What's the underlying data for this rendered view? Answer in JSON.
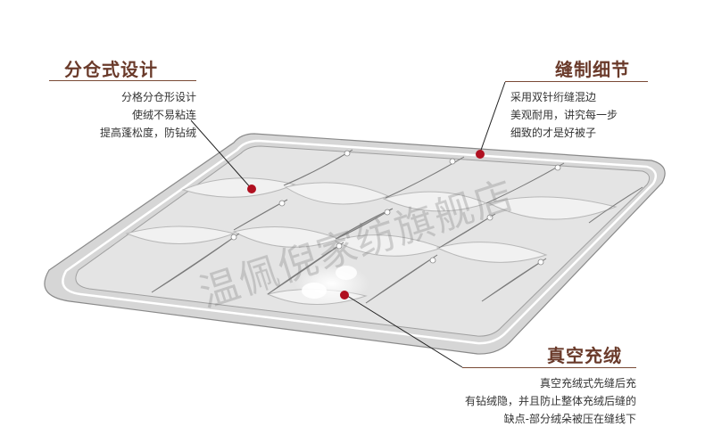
{
  "callouts": {
    "compartment": {
      "title": "分仓式设计",
      "lines": [
        "分格分仓形设计",
        "使绒不易粘连",
        "提高蓬松度，防钻绒"
      ]
    },
    "stitching": {
      "title": "缝制细节",
      "lines": [
        "采用双针绗缝混边",
        "美观耐用，讲究每一步",
        "细致的才是好被子"
      ]
    },
    "vacuum": {
      "title": "真空充绒",
      "lines": [
        "真空充绒式先缝后充",
        "有钻绒隐，并且防止整体充绒后缝的",
        "缺点-部分绒朵被压在缝线下"
      ]
    }
  },
  "watermark": "温佩倪家纺旗舰店",
  "colors": {
    "accent": "#6a3a2a",
    "marker": "#b01020",
    "quilt_border": "#d9d9d9",
    "quilt_panel": "#e9e9e9",
    "seam": "#9a9a9a"
  }
}
